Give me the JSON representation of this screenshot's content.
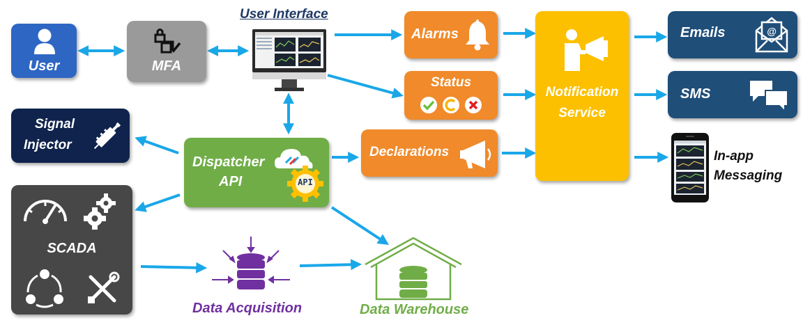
{
  "user": {
    "label": "User"
  },
  "mfa": {
    "label": "MFA"
  },
  "user_interface": {
    "label": "User Interface"
  },
  "alarms": {
    "label": "Alarms"
  },
  "status": {
    "label": "Status"
  },
  "notification": {
    "line1": "Notification",
    "line2": "Service"
  },
  "emails": {
    "label": "Emails"
  },
  "sms": {
    "label": "SMS"
  },
  "in_app": {
    "line1": "In-app",
    "line2": "Messaging"
  },
  "signal_injector": {
    "line1": "Signal",
    "line2": "Injector"
  },
  "dispatcher": {
    "line1": "Dispatcher",
    "line2": "API",
    "badge": "API"
  },
  "declarations": {
    "label": "Declarations"
  },
  "scada": {
    "label": "SCADA"
  },
  "data_acquisition": {
    "label": "Data Acquisition"
  },
  "data_warehouse": {
    "label": "Data Warehouse"
  },
  "colors": {
    "blue": "#2e66c4",
    "gray": "#9a9a9a",
    "orange": "#f08a2a",
    "gold": "#fcc000",
    "navy": "#1f4e79",
    "darknavy": "#10234d",
    "green": "#70ad47",
    "darkgray": "#474747",
    "purple": "#7030a0",
    "arrow": "#1aa7e8"
  }
}
